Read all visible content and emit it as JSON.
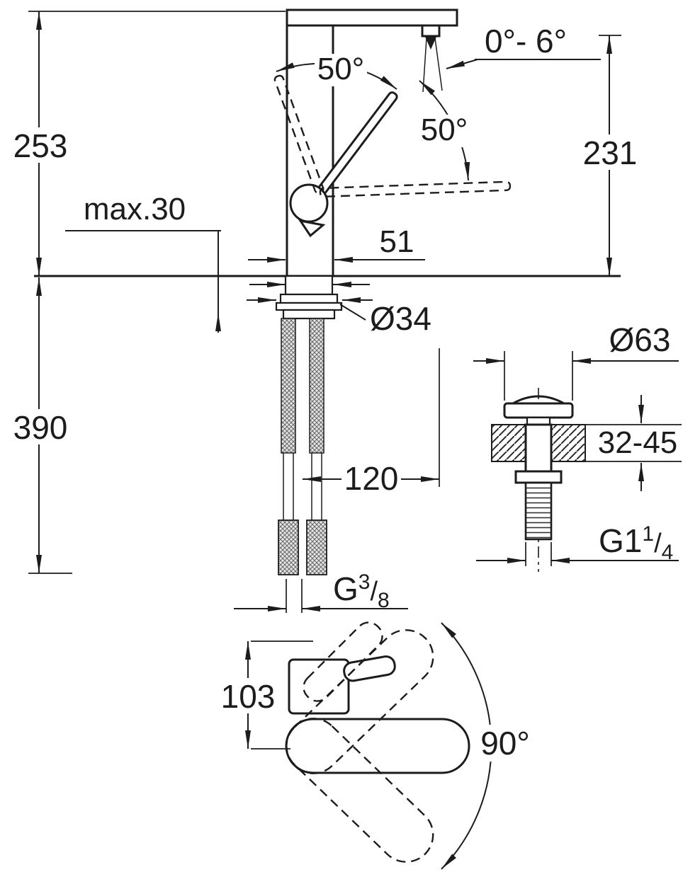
{
  "meta": {
    "background_color": "#ffffff",
    "line_color": "#1c1c1c",
    "drawing_type": "faucet installation dimension drawing"
  },
  "labels": {
    "height_above": "253",
    "max_thickness": "max.30",
    "spout_tilt_range": "0°- 6°",
    "handle_angle_open": "50°",
    "handle_angle_front": "50°",
    "outlet_height": "231",
    "body_width": "51",
    "shank_diameter": "Ø34",
    "height_below": "390",
    "hose_length": "120",
    "waste_diameter": "Ø63",
    "deck_thickness": "32-45",
    "waste_thread": {
      "prefix": "G1",
      "numerator": "1",
      "slash": "/",
      "denominator": "4"
    },
    "supply_thread": {
      "prefix": "G",
      "numerator": "3",
      "slash": "/",
      "denominator": "8"
    },
    "top_view_depth": "103",
    "swivel_range": "90°"
  }
}
